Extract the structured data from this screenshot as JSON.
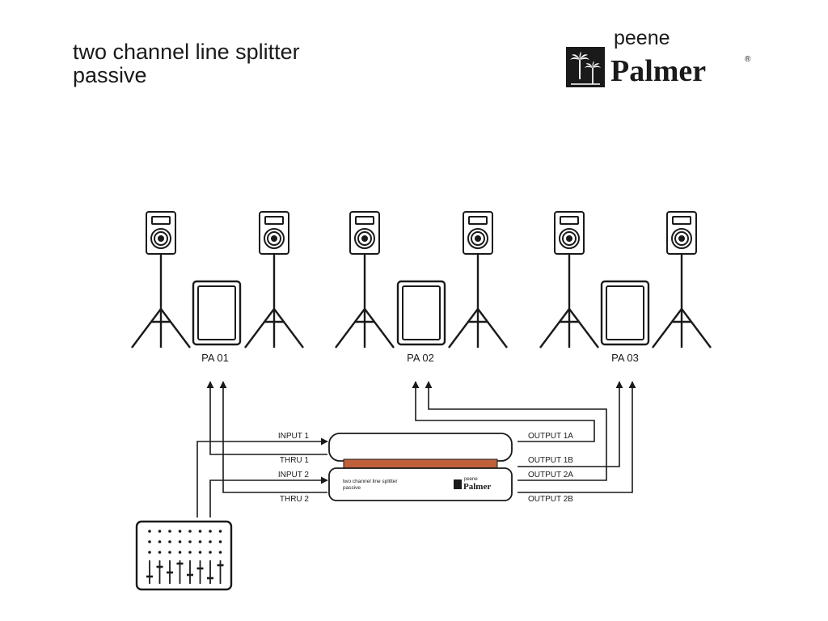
{
  "header": {
    "title_line1": "two channel line splitter",
    "title_line2": "passive"
  },
  "brand": {
    "small": "peene",
    "name": "Palmer",
    "mark": "®"
  },
  "pa_systems": [
    {
      "label": "PA 01"
    },
    {
      "label": "PA 02"
    },
    {
      "label": "PA 03"
    }
  ],
  "device": {
    "text_line1": "two channel line splitter",
    "text_line2": "passive",
    "brand_small": "peene",
    "brand_name": "Palmer",
    "accent_color": "#c0603a"
  },
  "ports": {
    "input1": "INPUT 1",
    "thru1": "THRU 1",
    "input2": "INPUT 2",
    "thru2": "THRU 2",
    "output1a": "OUTPUT 1A",
    "output1b": "OUTPUT 1B",
    "output2a": "OUTPUT 2A",
    "output2b": "OUTPUT 2B"
  },
  "icons": {
    "speaker": "speaker-on-stand-icon",
    "subwoofer": "subwoofer-icon",
    "mixer": "mixing-console-icon",
    "logo": "palm-tree-logo-icon"
  }
}
